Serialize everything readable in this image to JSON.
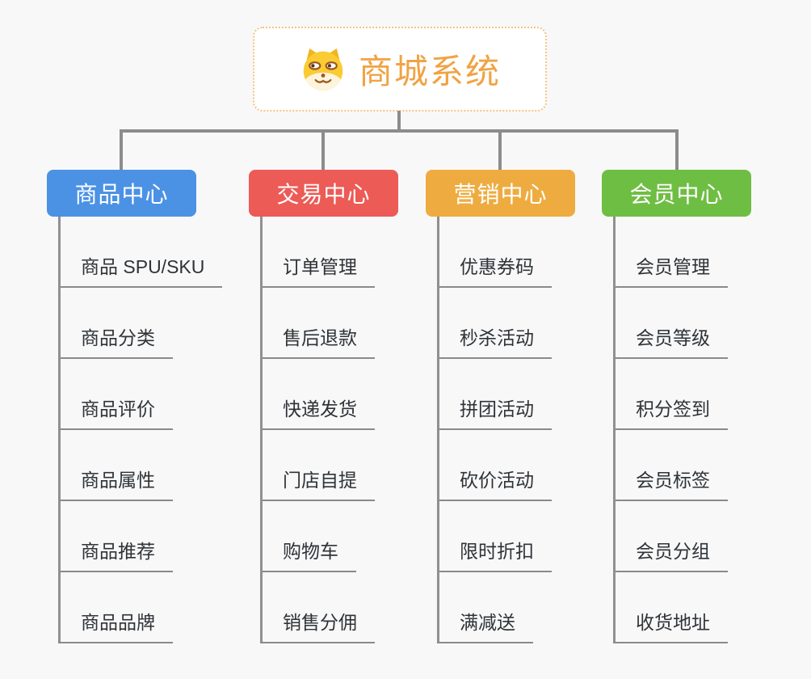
{
  "root": {
    "label": "商城系统",
    "icon": "doge-icon",
    "accent_color": "#F0A344",
    "border_color": "#F3C47E",
    "background": "#FFFFFF"
  },
  "branches": [
    {
      "label": "商品中心",
      "color": "#4B92E5",
      "children": [
        "商品 SPU/SKU",
        "商品分类",
        "商品评价",
        "商品属性",
        "商品推荐",
        "商品品牌"
      ]
    },
    {
      "label": "交易中心",
      "color": "#EC5B56",
      "children": [
        "订单管理",
        "售后退款",
        "快递发货",
        "门店自提",
        "购物车",
        "销售分佣"
      ]
    },
    {
      "label": "营销中心",
      "color": "#EEAC40",
      "children": [
        "优惠券码",
        "秒杀活动",
        "拼团活动",
        "砍价活动",
        "限时折扣",
        "满减送"
      ]
    },
    {
      "label": "会员中心",
      "color": "#6FBE44",
      "children": [
        "会员管理",
        "会员等级",
        "积分签到",
        "会员标签",
        "会员分组",
        "收货地址"
      ]
    }
  ],
  "colors": {
    "connector": "#8C8C8C",
    "leaf_underline": "#8A8A8A",
    "leaf_text": "#2F3337",
    "node_text": "#FFFFFF",
    "canvas_bg": "#F8F8F8"
  }
}
